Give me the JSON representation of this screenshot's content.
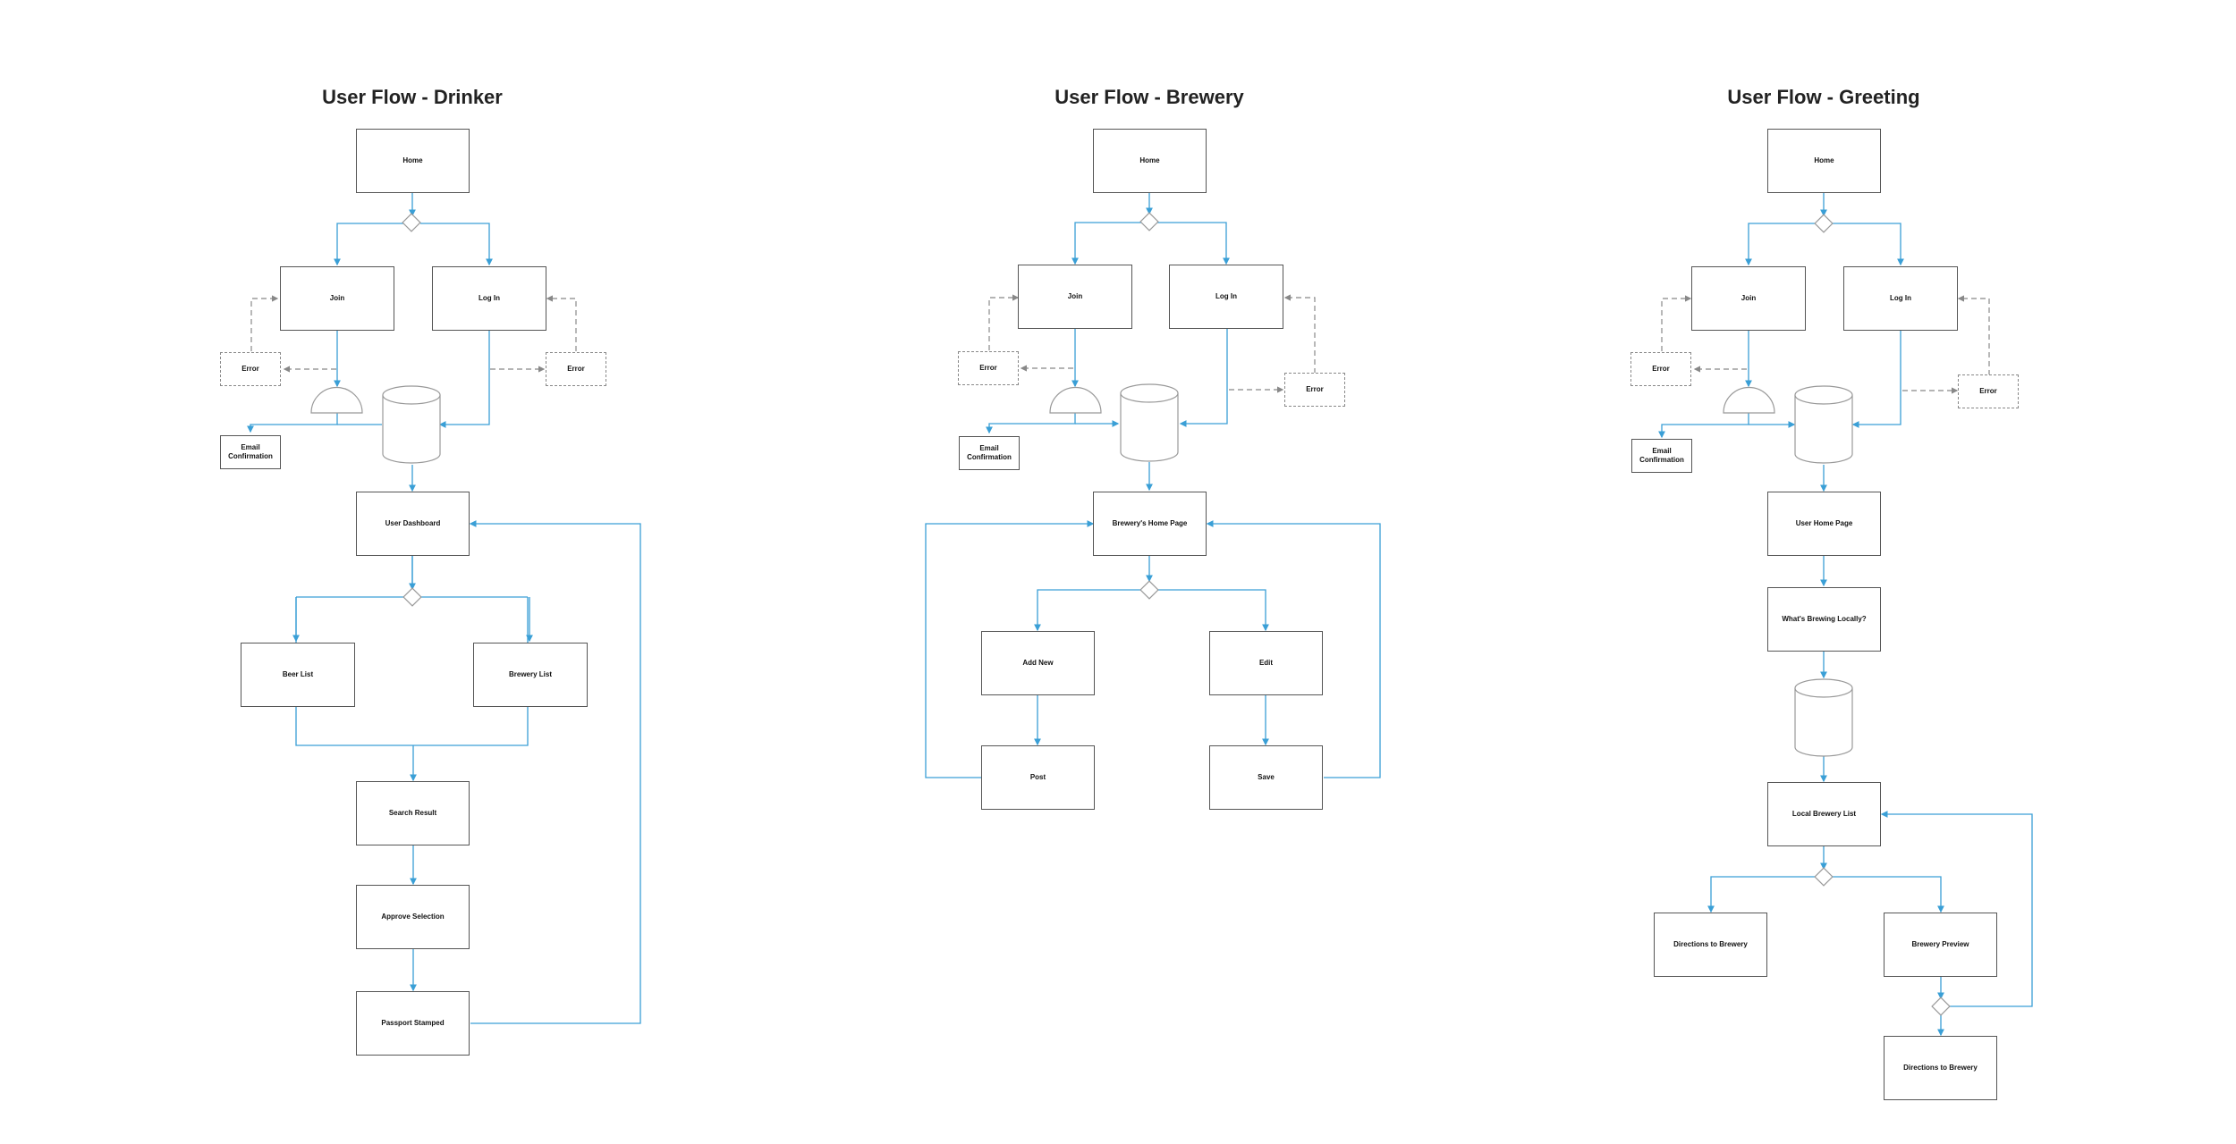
{
  "flows": {
    "drinker": {
      "title": "User Flow - Drinker",
      "home": "Home",
      "join": "Join",
      "login": "Log In",
      "error_left": "Error",
      "error_right": "Error",
      "email_confirmation": "Email Confirmation",
      "dashboard": "User Dashboard",
      "beer_list": "Beer List",
      "brewery_list": "Brewery List",
      "search_result": "Search Result",
      "approve_selection": "Approve Selection",
      "passport_stamped": "Passport Stamped"
    },
    "brewery": {
      "title": "User Flow - Brewery",
      "home": "Home",
      "join": "Join",
      "login": "Log In",
      "error_left": "Error",
      "error_right": "Error",
      "email_confirmation": "Email Confirmation",
      "home_page": "Brewery's Home Page",
      "add_new": "Add New",
      "edit": "Edit",
      "post": "Post",
      "save": "Save"
    },
    "greeting": {
      "title": "User Flow - Greeting",
      "home": "Home",
      "join": "Join",
      "login": "Log In",
      "error_left": "Error",
      "error_right": "Error",
      "email_confirmation": "Email Confirmation",
      "user_home": "User Home Page",
      "whats_brewing": "What's Brewing Locally?",
      "local_brewery_list": "Local Brewery List",
      "directions_left": "Directions to Brewery",
      "brewery_preview": "Brewery Preview",
      "directions_bottom": "Directions to Brewery"
    }
  },
  "colors": {
    "connector": "#3a9fd6",
    "node_border": "#555555",
    "dashed": "#888888",
    "shape_outline": "#999999"
  }
}
